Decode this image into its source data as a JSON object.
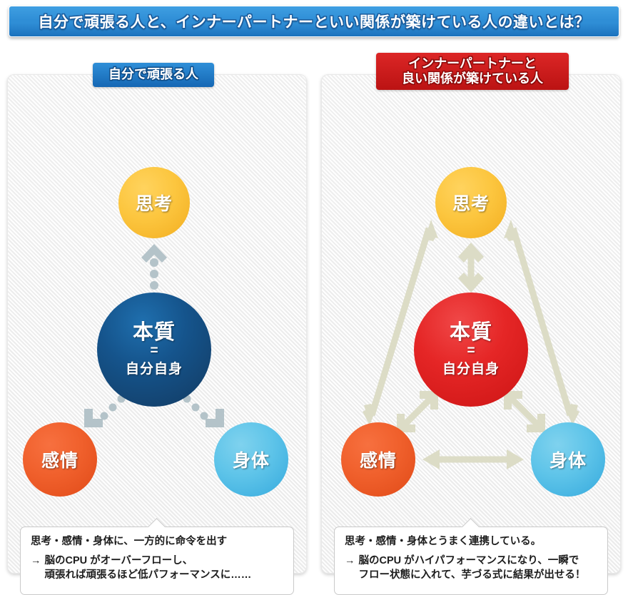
{
  "header": {
    "title": "自分で頑張る人と、インナーパートナーといい関係が築けている人の違いとは？",
    "bg_color_top": "#3f9fe2",
    "bg_color_bottom": "#1c72bd"
  },
  "panels": {
    "left": {
      "badge_label": "自分で頑張る人",
      "badge_color": "#1567b4",
      "nodes": {
        "think": {
          "label": "思考",
          "color": "#f2ad20"
        },
        "core": {
          "label": "本質",
          "equals": "=",
          "sublabel": "自分自身",
          "color": "#123a61"
        },
        "emotion": {
          "label": "感情",
          "color": "#e04a18"
        },
        "body": {
          "label": "身体",
          "color": "#35a9dd"
        }
      },
      "arrow_style": "dotted-one-way",
      "arrow_color": "#b4c3c9",
      "caption": {
        "line1": "思考・感情・身体に、一方的に命令を出す",
        "arrow_mark": "→",
        "line2": "脳のCPU がオーバーフローし、",
        "line3": "頑張れば頑張るほど低パフォーマンスに……"
      }
    },
    "right": {
      "badge_label_line1": "インナーパートナーと",
      "badge_label_line2": "良い関係が築けている人",
      "badge_color": "#bb1313",
      "nodes": {
        "think": {
          "label": "思考",
          "color": "#f2ad20"
        },
        "core": {
          "label": "本質",
          "equals": "=",
          "sublabel": "自分自身",
          "color": "#cc1414"
        },
        "emotion": {
          "label": "感情",
          "color": "#e04a18"
        },
        "body": {
          "label": "身体",
          "color": "#35a9dd"
        }
      },
      "arrow_style": "solid-double-headed",
      "arrow_color": "#dcdcc6",
      "caption": {
        "line1": "思考・感情・身体とうまく連携している。",
        "arrow_mark": "→",
        "line2": "脳のCPU がハイパフォーマンスになり、一瞬で",
        "line3": "フロー状態に入れて、芋づる式に結果が出せる！"
      }
    }
  }
}
